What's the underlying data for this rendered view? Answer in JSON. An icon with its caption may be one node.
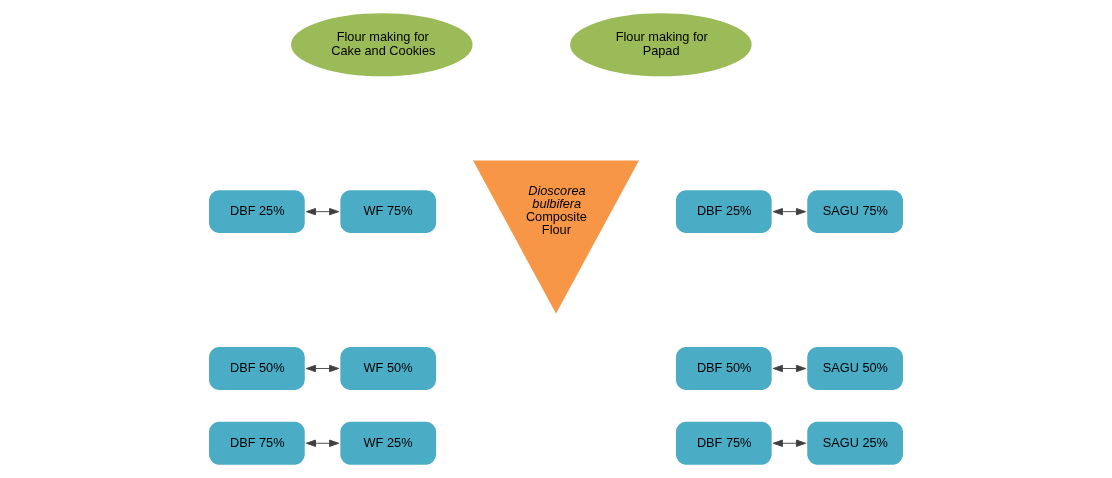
{
  "diagram": {
    "nodes": [
      {
        "text": [
          "Flour making for Cake and Cookies"
        ]
      },
      {
        "text": [
          "Flour making for Papad"
        ]
      },
      {
        "text": [
          "DBF 25%"
        ]
      },
      {
        "text": [
          "WF 75%"
        ]
      },
      {
        "text": [
          "DBF 50%"
        ]
      },
      {
        "text": [
          "WF 50%"
        ]
      },
      {
        "text": [
          "DBF 75%"
        ]
      },
      {
        "text": [
          "WF 25%"
        ]
      },
      {
        "text": [
          "*Dioscorea bulbifera* Composite Flour"
        ]
      },
      {
        "text": [
          "DBF 25%"
        ]
      },
      {
        "text": [
          "SAGU 75%"
        ]
      },
      {
        "text": [
          "DBF 50%"
        ]
      },
      {
        "text": [
          "SAGU 50%"
        ]
      },
      {
        "text": [
          "DBF 75%"
        ]
      },
      {
        "text": [
          "SAGU 25%"
        ]
      }
    ],
    "edges": [
      {
        "from": 2,
        "to": 3,
        "arrow": "both"
      },
      {
        "from": 4,
        "to": 5,
        "arrow": "both"
      },
      {
        "from": 6,
        "to": 7,
        "arrow": "both"
      },
      {
        "from": 9,
        "to": 10,
        "arrow": "both"
      },
      {
        "from": 11,
        "to": 12,
        "arrow": "both"
      },
      {
        "from": 13,
        "to": 14,
        "arrow": "both"
      }
    ]
  }
}
